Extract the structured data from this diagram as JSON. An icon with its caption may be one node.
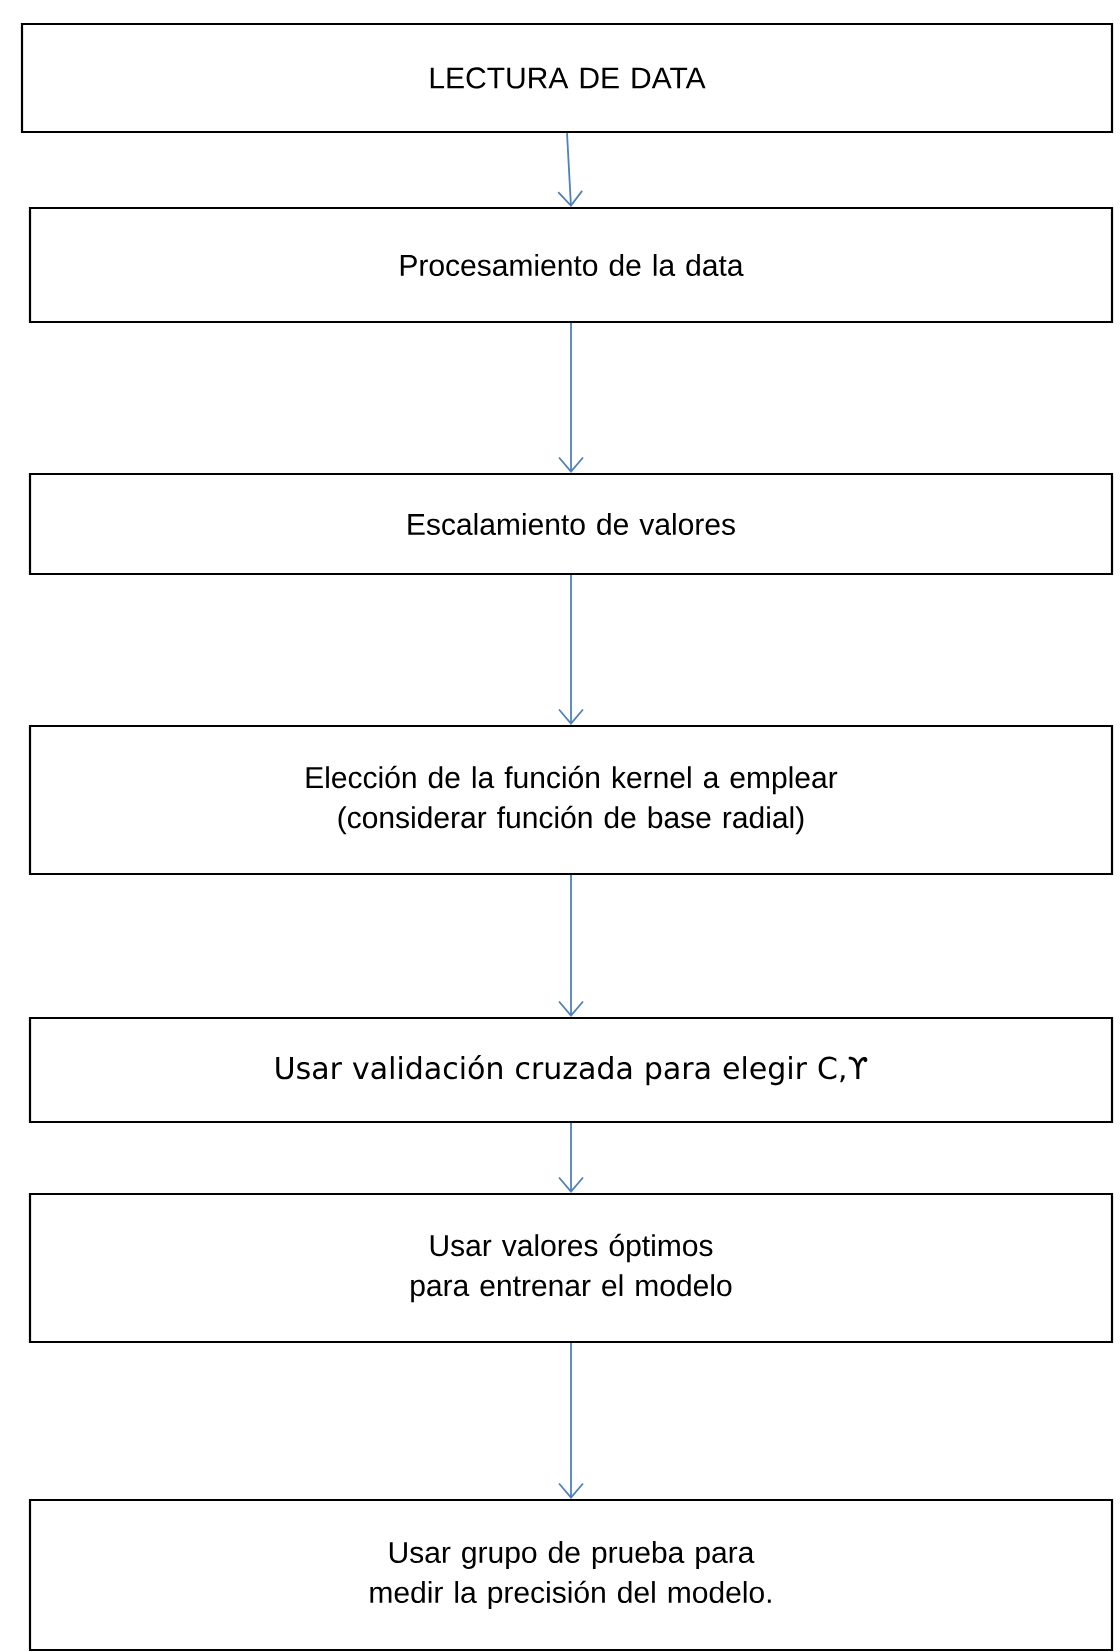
{
  "diagram": {
    "nodes": [
      {
        "text": [
          "LECTURA DE DATA"
        ]
      },
      {
        "text": [
          "Procesamiento de la data"
        ]
      },
      {
        "text": [
          "Escalamiento de valores"
        ]
      },
      {
        "text": [
          "Elección de la función kernel a emplear (considerar función de base radial)"
        ]
      },
      {
        "text": [
          "Usar validación cruzada para elegir C,ϒ"
        ]
      },
      {
        "text": [
          "Usar valores óptimos para entrenar el modelo"
        ]
      },
      {
        "text": [
          "Usar grupo de prueba para medir la precisión del modelo."
        ]
      }
    ],
    "edges": [
      {
        "from": 0,
        "to": 1,
        "arrow": "to"
      },
      {
        "from": 1,
        "to": 2,
        "arrow": "to"
      },
      {
        "from": 2,
        "to": 3,
        "arrow": "to"
      },
      {
        "from": 3,
        "to": 4,
        "arrow": "to"
      },
      {
        "from": 4,
        "to": 5,
        "arrow": "to"
      },
      {
        "from": 5,
        "to": 6,
        "arrow": "to"
      }
    ]
  }
}
